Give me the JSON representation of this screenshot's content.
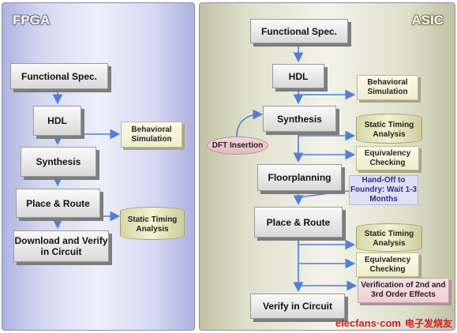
{
  "fpga": {
    "title": "FPGA",
    "steps": [
      "Functional Spec.",
      "HDL",
      "Synthesis",
      "Place & Route",
      "Download and Verify in Circuit"
    ],
    "behavioral_simulation": "Behavioral Simulation",
    "static_timing_analysis": "Static Timing Analysis"
  },
  "asic": {
    "title": "ASIC",
    "steps": [
      "Functional Spec.",
      "HDL",
      "Synthesis",
      "Floorplanning",
      "Place & Route",
      "Verify in Circuit"
    ],
    "behavioral_simulation": "Behavioral Simulation",
    "static_timing_analysis_1": "Static Timing Analysis",
    "equivalency_checking_1": "Equivalency Checking",
    "dft_insertion": "DFT Insertion",
    "handoff": "Hand-Off to Foundry: Wait 1-3 Months",
    "static_timing_analysis_2": "Static Timing Analysis",
    "equivalency_checking_2": "Equivalency Checking",
    "verification_2nd_3rd": "Verification of 2nd and 3rd Order Effects"
  },
  "watermark": {
    "site": "elecfans·com",
    "cn": "电子发烧友"
  },
  "colors": {
    "fpga_panel": "#c9ccee",
    "asic_panel": "#e6e6d4",
    "arrow": "#4f7fd6"
  }
}
